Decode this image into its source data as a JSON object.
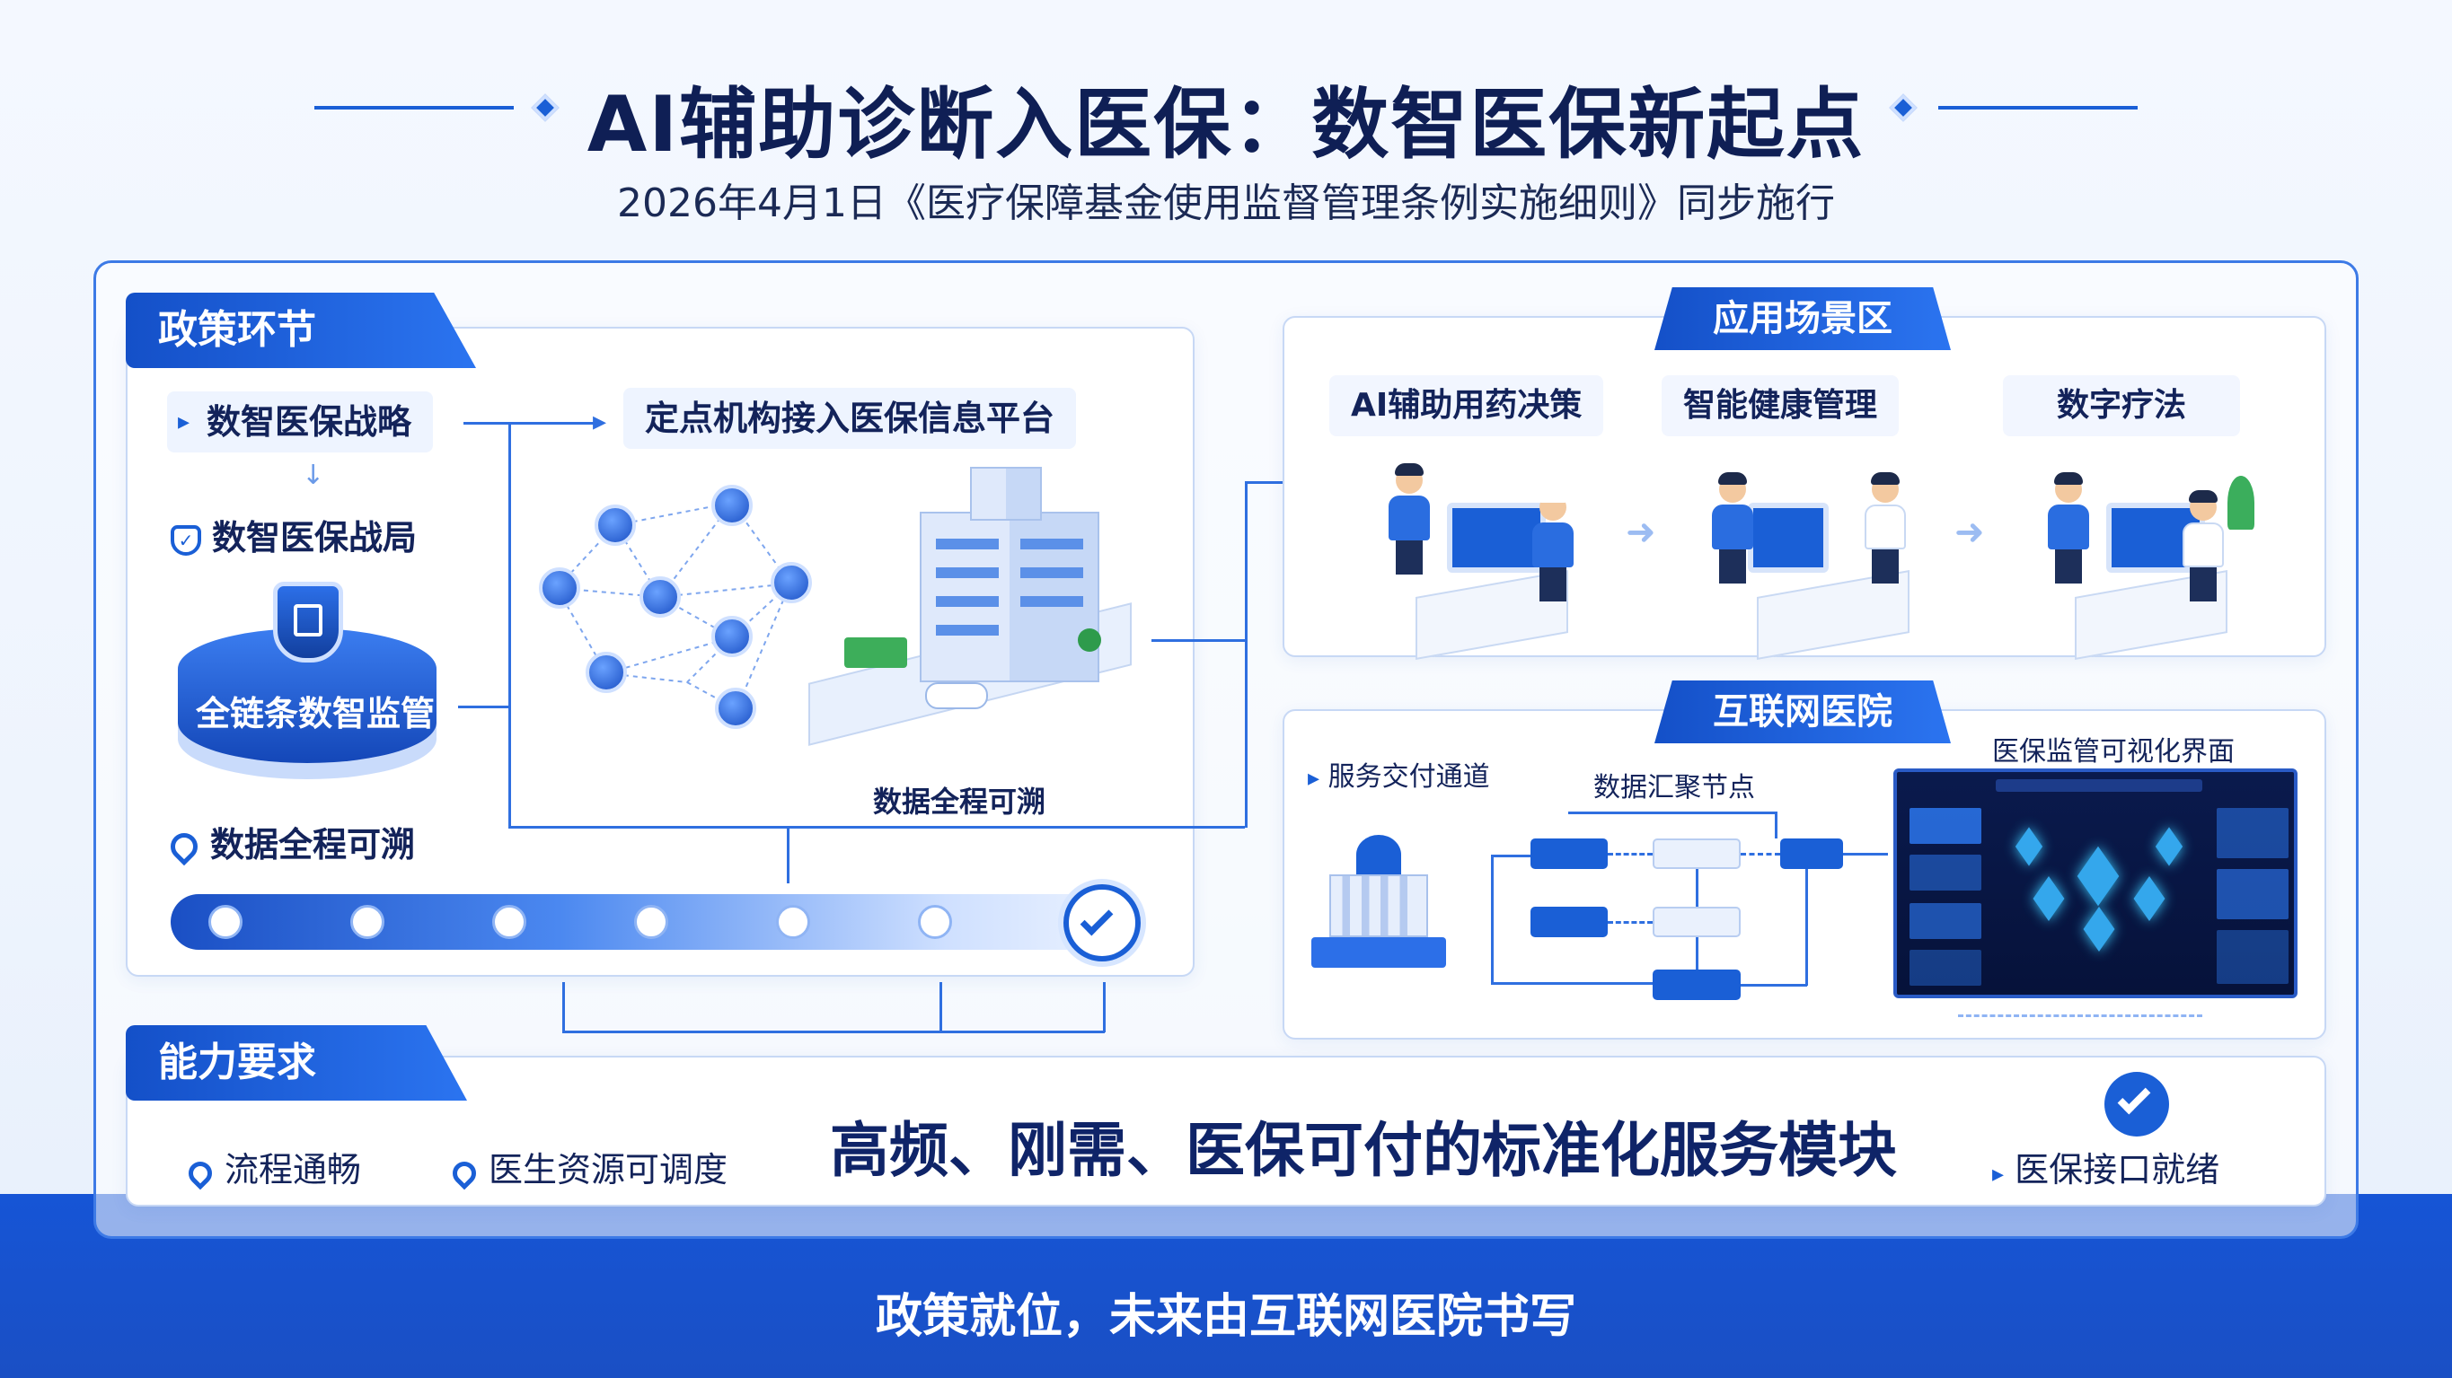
{
  "header": {
    "title": "AI辅助诊断入医保：数智医保新起点",
    "subtitle": "2026年4月1日《医疗保障基金使用监督管理条例实施细则》同步施行"
  },
  "policy": {
    "tag": "政策环节",
    "strategy": "数智医保战略",
    "layout": "数智医保战局",
    "supervision": "全链条数智监管",
    "traceable": "数据全程可溯",
    "platform": "定点机构接入医保信息平台",
    "traceable_center": "数据全程可溯"
  },
  "scenes": {
    "tag": "应用场景区",
    "items": [
      "AI辅助用药决策",
      "智能健康管理",
      "数字疗法"
    ]
  },
  "hospital": {
    "tag": "互联网医院",
    "channel": "服务交付通道",
    "node": "数据汇聚节点",
    "dashboard_title": "医保监管可视化界面"
  },
  "ability": {
    "tag": "能力要求",
    "flow": "流程通畅",
    "doctor": "医生资源可调度",
    "headline": "高频、刚需、医保可付的标准化服务模块",
    "ready": "医保接口就绪"
  },
  "footer": {
    "slogan": "政策就位，未来由互联网医院书写"
  },
  "colors": {
    "accent": "#1a5fd6",
    "dark": "#0f1f55"
  }
}
